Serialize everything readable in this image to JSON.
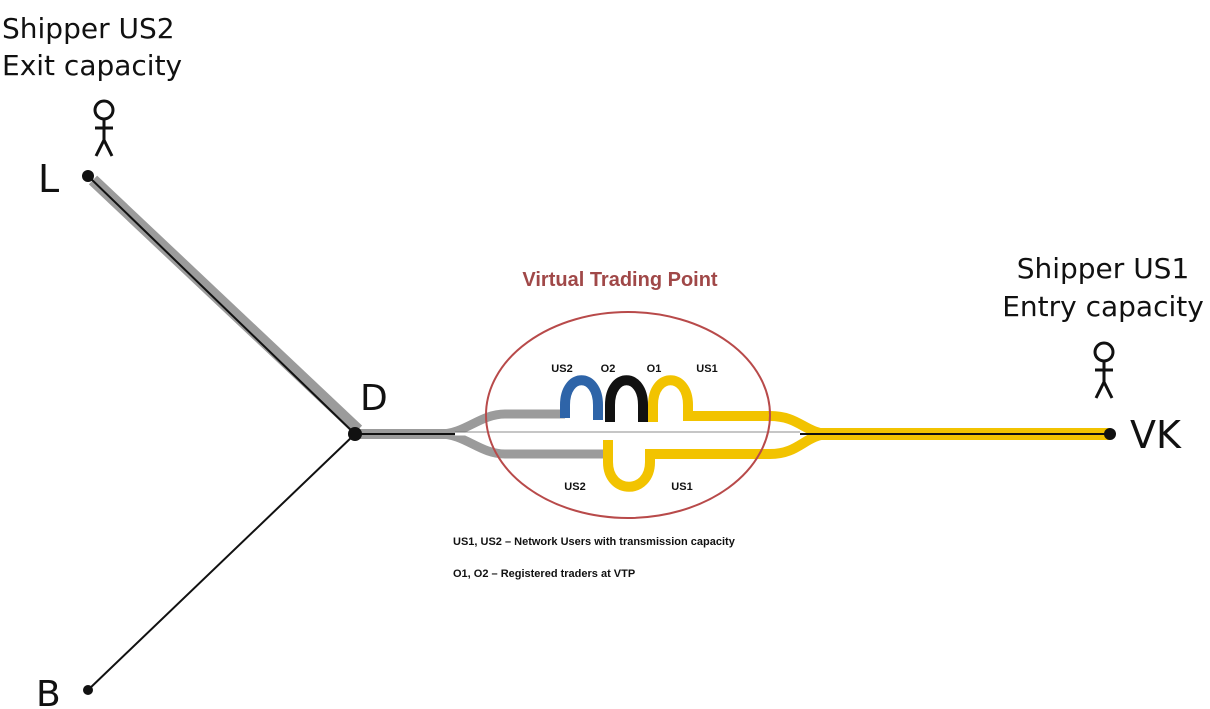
{
  "shipper_us2": {
    "line1": "Shipper US2",
    "line2": "Exit capacity"
  },
  "shipper_us1": {
    "line1": "Shipper US1",
    "line2": "Entry capacity"
  },
  "nodes": {
    "l": "L",
    "d": "D",
    "b": "B",
    "vk": "VK"
  },
  "vtp": {
    "title": "Virtual Trading Point",
    "top_labels": [
      "US2",
      "O2",
      "O1",
      "US1"
    ],
    "bottom_labels": [
      "US2",
      "US1"
    ]
  },
  "legend": {
    "line1": "US1, US2 – Network Users with transmission capacity",
    "line2": "O1, O2 – Registered traders at VTP"
  },
  "colors": {
    "pipe_gray": "#9b9b9b",
    "line_black": "#111111",
    "yellow": "#f2c300",
    "blue": "#2e64a8",
    "circle_red": "#b84a4a",
    "title_red": "#a04848"
  },
  "icons": [
    "person-icon-us2",
    "person-icon-us1"
  ]
}
